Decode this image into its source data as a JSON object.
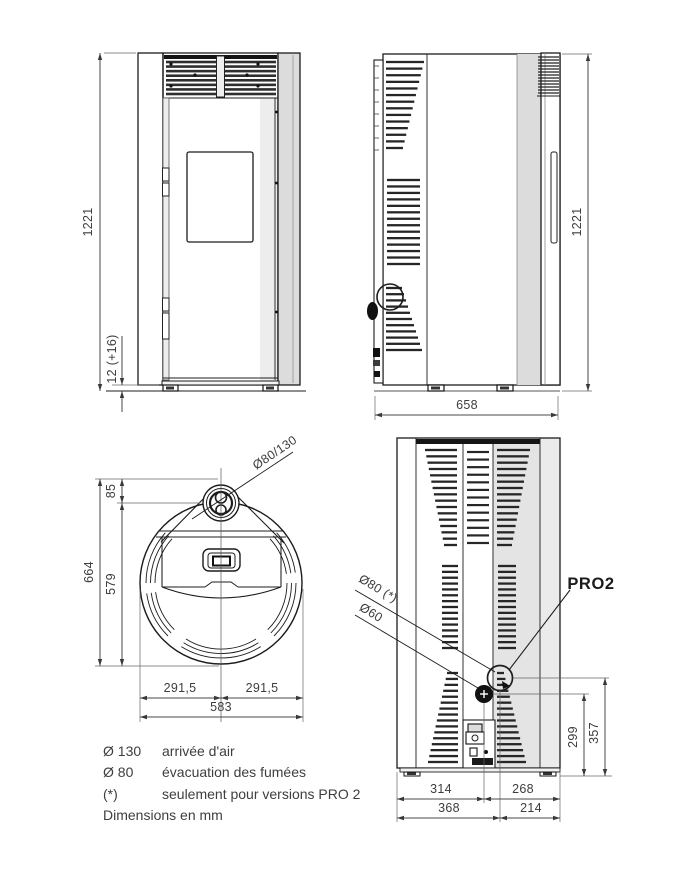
{
  "views": {
    "front": {
      "dim_height": "1221",
      "dim_foot": "12 (+16)"
    },
    "side": {
      "dim_height": "1221",
      "dim_depth": "658"
    },
    "top": {
      "label_flue": "Ø80/130",
      "dim_flue_offset": "85",
      "dim_depth_total": "664",
      "dim_depth_body": "579",
      "dim_half_left": "291,5",
      "dim_half_right": "291,5",
      "dim_width": "583"
    },
    "back": {
      "label_flue_pro2": "Ø80 (*)",
      "label_flue_std": "Ø60",
      "label_pro2": "PRO2",
      "dim_flue_std_height": "299",
      "dim_flue_pro2_height": "357",
      "dim_left_std": "314",
      "dim_right_std": "268",
      "dim_left_pro2": "368",
      "dim_right_pro2": "214"
    }
  },
  "legend": {
    "rows": [
      {
        "symbol": "Ø 130",
        "label": "arrivée d'air"
      },
      {
        "symbol": "Ø 80",
        "label": "évacuation des fumées"
      },
      {
        "symbol": "(*)",
        "label": "seulement pour versions PRO 2"
      }
    ],
    "note": "Dimensions en mm"
  },
  "colors": {
    "line": "#1c1c1c",
    "dim_text": "#3d3d3d",
    "panel_gray": "#dcdcdc",
    "panel_light": "#e4e4e4"
  }
}
